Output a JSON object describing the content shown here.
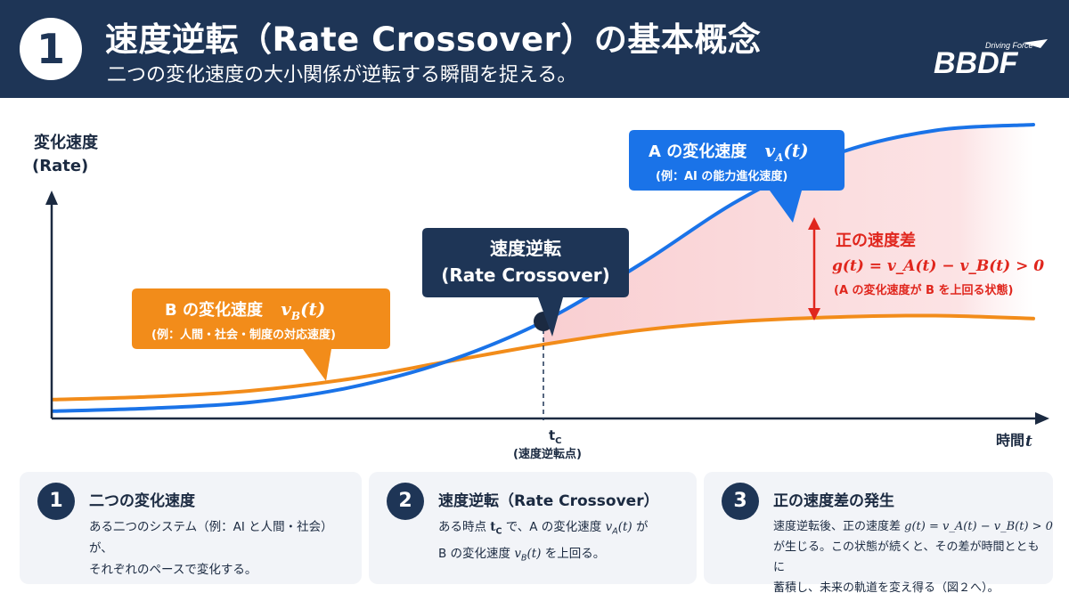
{
  "header": {
    "badge": "1",
    "title": "速度逆転（Rate Crossover）の基本概念",
    "subtitle": "二つの変化速度の大小関係が逆転する瞬間を捉える。",
    "logo_text": "BBDF",
    "logo_tagline": "Driving Force"
  },
  "colors": {
    "header_bg": "#1e3556",
    "curve_a": "#1a73e8",
    "curve_b": "#f28c1a",
    "gap_fill": "#f8c9cc",
    "gap_text": "#e0261d",
    "crossover_box": "#1e3556"
  },
  "chart": {
    "y_label_line1": "変化速度",
    "y_label_line2": "(Rate)",
    "x_label": "時間",
    "x_var": "t",
    "tc_label": "t",
    "tc_sub": "C",
    "tc_note": "(速度逆転点)",
    "callout_a": {
      "line1": "A の変化速度",
      "symbol": "v",
      "subscript": "A",
      "arg": "(t)",
      "line2": "(例：AI の能力進化速度)"
    },
    "callout_b": {
      "line1": "B の変化速度",
      "symbol": "v",
      "subscript": "B",
      "arg": "(t)",
      "line2": "(例：人間・社会・制度の対応速度)"
    },
    "crossover": {
      "line1": "速度逆転",
      "line2": "(Rate Crossover)"
    },
    "gap": {
      "title": "正の速度差",
      "formula": "g(t) = v_A(t) − v_B(t) > 0",
      "note": "(A の変化速度が B を上回る状態)"
    }
  },
  "chart_data": {
    "type": "line",
    "xlabel": "時間 t",
    "ylabel": "変化速度 (Rate)",
    "x": [
      0,
      10,
      20,
      30,
      40,
      50,
      60,
      70,
      80,
      90,
      100
    ],
    "series": [
      {
        "name": "A の変化速度 v_A(t)",
        "values": [
          1,
          2,
          4,
          9,
          18,
          32,
          52,
          74,
          90,
          98,
          100
        ]
      },
      {
        "name": "B の変化速度 v_B(t)",
        "values": [
          5,
          6,
          8,
          12,
          18,
          24,
          29,
          32,
          33.5,
          34,
          33
        ]
      }
    ],
    "crossover_x": 50
  },
  "cards": [
    {
      "num": "1",
      "title": "二つの変化速度",
      "line1": "ある二つのシステム（例：AI と人間・社会）が、",
      "line2": "それぞれのペースで変化する。"
    },
    {
      "num": "2",
      "title": "速度逆転（Rate Crossover）",
      "line1_pre": "ある時点",
      "tc": "t",
      "tc_sub": "C",
      "line1_mid": "で、A の変化速度",
      "va_sym": "v",
      "va_sub": "A",
      "va_arg": "(t)",
      "line1_post": "が",
      "line2_pre": "B の変化速度",
      "vb_sym": "v",
      "vb_sub": "B",
      "vb_arg": "(t)",
      "line2_post": "を上回る。"
    },
    {
      "num": "3",
      "title": "正の速度差の発生",
      "line1_pre": "速度逆転後、正の速度差",
      "formula": "g(t) = v_A(t) − v_B(t) > 0",
      "line2": "が生じる。この状態が続くと、その差が時間とともに",
      "line3": "蓄積し、未来の軌道を変え得る（図２へ）。"
    }
  ]
}
